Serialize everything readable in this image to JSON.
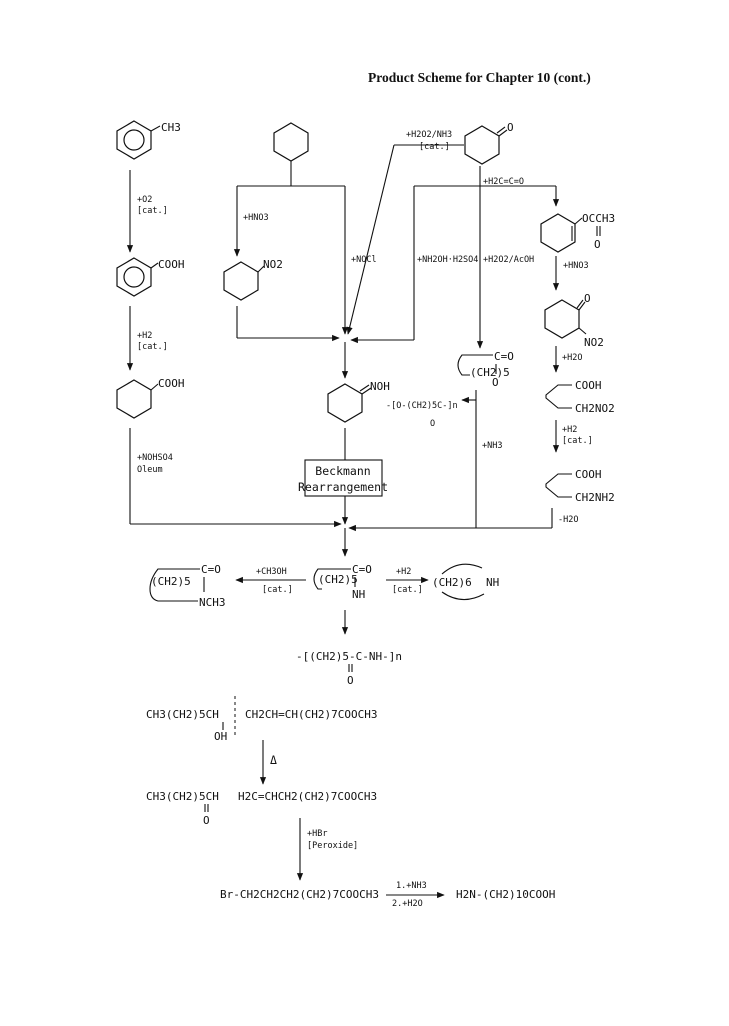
{
  "title": "Product Scheme for Chapter 10 (cont.)",
  "colors": {
    "ink": "#111111",
    "background": "#ffffff"
  },
  "compounds": {
    "toluene_sub": "CH3",
    "benzoic_sub": "COOH",
    "cyclohexanecarboxylic_sub": "COOH",
    "nitrocyclohexane_sub": "NO2",
    "cyclohexanone_sub": "O",
    "enol_acetate_sub": "OCCH3",
    "enol_acetate_o": "O",
    "nitroketone_o": "O",
    "nitroketone_no2": "NO2",
    "nitroacid_cooh": "COOH",
    "nitroacid_ch2no2": "CH2NO2",
    "aminoacid_cooh": "COOH",
    "aminoacid_ch2nh2": "CH2NH2",
    "oxime_sub": "NOH",
    "caprolactone_chain": "(CH2)5",
    "caprolactone_co": "C=O",
    "caprolactone_o": "O",
    "polyester": "-[O-(CH2)5C-]n",
    "polyester_o": "O",
    "caprolactam_chain": "(CH2)5",
    "caprolactam_co": "C=O",
    "caprolactam_nh": "NH",
    "nmethyl_chain": "(CH2)5",
    "nmethyl_co": "C=O",
    "nmethyl_n": "NCH3",
    "azepane_chain": "(CH2)6",
    "azepane_nh": "NH",
    "nylon6": "-[(CH2)5-C-NH-]n",
    "nylon6_o": "O",
    "ricinoleate_left": "CH3(CH2)5CH",
    "ricinoleate_oh": "OH",
    "ricinoleate_right": "CH2CH=CH(CH2)7COOCH3",
    "heptanal": "CH3(CH2)5CH",
    "heptanal_o": "O",
    "undecenoate": "H2C=CHCH2(CH2)7COOCH3",
    "bromoester": "Br-CH2CH2CH2(CH2)7COOCH3",
    "aminoundecanoic": "H2N-(CH2)10COOH"
  },
  "reagents": {
    "toluene_ox_1": "+O2",
    "toluene_ox_2": "[cat.]",
    "hydrog_1": "+H2",
    "hydrog_2": "[cat.]",
    "nitrosyl_1": "+NOHSO4",
    "nitrosyl_2": "Oleum",
    "nitration": "+HNO3",
    "nocl": "+NOCl",
    "h2o2_nh3_1": "+H2O2/NH3",
    "h2o2_nh3_2": "[cat.]",
    "ketene": "+H2C=C=O",
    "hydroxylamine": "+NH2OH·H2SO4",
    "peracid": "+H2O2/AcOH",
    "hno3_enol": "+HNO3",
    "water": "+H2O",
    "hydrog_nitro_1": "+H2",
    "hydrog_nitro_2": "[cat.]",
    "minus_water": "-H2O",
    "ammonia": "+NH3",
    "beckmann_1": "Beckmann",
    "beckmann_2": "Rearrangement",
    "methanol_1": "+CH3OH",
    "methanol_2": "[cat.]",
    "hydrog_lactam_1": "+H2",
    "hydrog_lactam_2": "[cat.]",
    "pyrolysis": "Δ",
    "hbr_1": "+HBr",
    "hbr_2": "[Peroxide]",
    "amination_1": "1.+NH3",
    "amination_2": "2.+H2O"
  }
}
